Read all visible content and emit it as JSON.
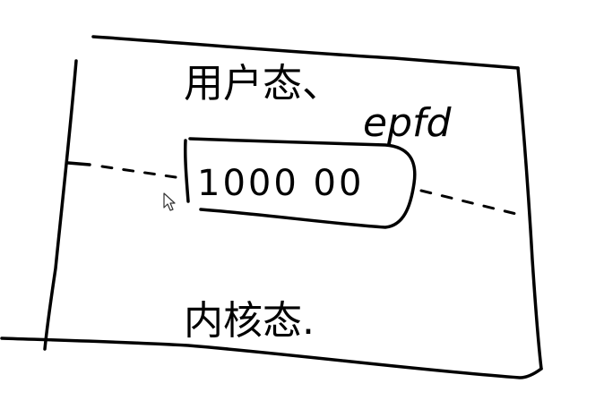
{
  "diagram": {
    "top_region_label": "用户态、",
    "top_region_label_latin": "epfd",
    "boundary_box_label": "1000 00",
    "bottom_region_label": "内核态."
  },
  "cursor": {
    "icon": "arrow-pointer-icon"
  }
}
